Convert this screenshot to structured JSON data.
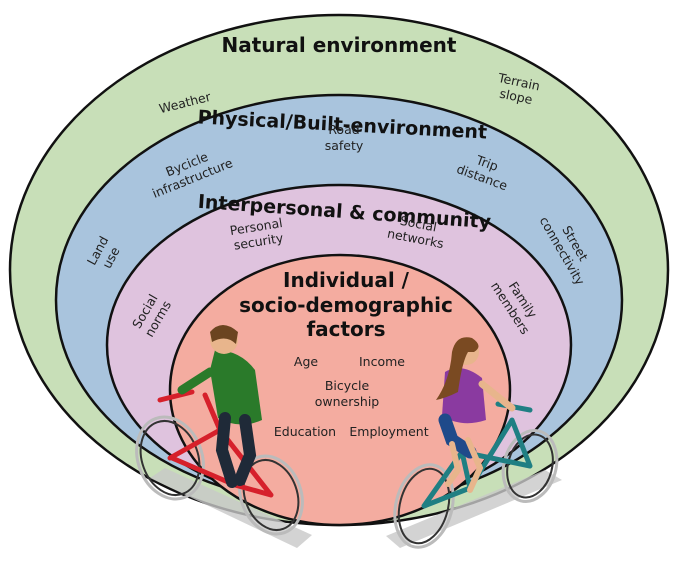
{
  "colors": {
    "natural": "#c8dfb8",
    "physical": "#a9c4dd",
    "interpersonal": "#dfc3de",
    "individual": "#f4aca0",
    "stroke": "#111111",
    "bike_red": "#d6202b",
    "bike_teal": "#1f7f83",
    "shirt_green": "#2a7a2a",
    "shirt_purple": "#8a3aa0"
  },
  "rings": {
    "natural": {
      "title": "Natural environment",
      "factors": {
        "weather": "Weather",
        "terrain_1": "Terrain",
        "terrain_2": "slope"
      }
    },
    "physical": {
      "title": "Physical/Built-environment",
      "factors": {
        "road_1": "Road",
        "road_2": "safety",
        "bicycle_1": "Bycicle",
        "bicycle_2": "infrastructure",
        "trip_1": "Trip",
        "trip_2": "distance",
        "land_1": "Land",
        "land_2": "use",
        "street_1": "Street",
        "street_2": "connectivity"
      }
    },
    "interpersonal": {
      "title": "Interpersonal & community",
      "factors": {
        "security_1": "Personal",
        "security_2": "security",
        "networks_1": "Social",
        "networks_2": "networks",
        "norms_1": "Social",
        "norms_2": "norms",
        "family_1": "Family",
        "family_2": "members"
      }
    },
    "individual": {
      "title_1": "Individual /",
      "title_2": "socio-demographic",
      "title_3": "factors",
      "factors": {
        "age": "Age",
        "income": "Income",
        "ownership_1": "Bicycle",
        "ownership_2": "ownership",
        "education": "Education",
        "employment": "Employment"
      }
    }
  },
  "icons": {
    "left_cyclist": "cyclist-man-red-bike",
    "right_cyclist": "cyclist-woman-teal-bike"
  }
}
